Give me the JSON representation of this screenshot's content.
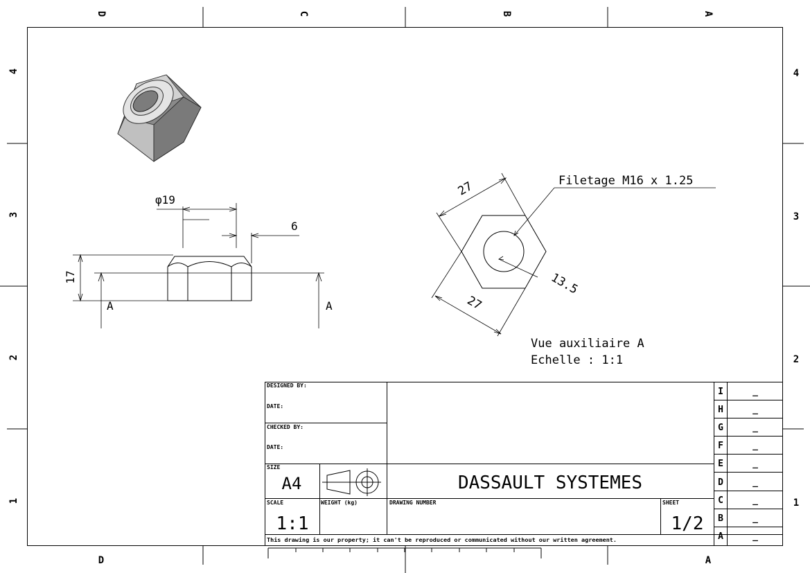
{
  "border": {
    "top_letters": [
      "D",
      "C",
      "B",
      "A"
    ],
    "bottom_letters": [
      "D",
      "A"
    ],
    "left_numbers": [
      "4",
      "3",
      "2",
      "1"
    ],
    "right_numbers": [
      "4",
      "3",
      "2",
      "1"
    ]
  },
  "drawing": {
    "dimensions": {
      "diameter": "φ19",
      "chamfer": "6",
      "height": "17",
      "section_left": "A",
      "section_right": "A",
      "flats_top": "27",
      "flats_bottom": "27",
      "radius": "13.5",
      "thread_callout": "Filetage M16 x 1.25"
    },
    "view_caption": {
      "line1": "Vue auxiliaire A",
      "line2": "Echelle :  1:1"
    }
  },
  "title_block": {
    "designed_by_label": "DESIGNED BY:",
    "date_label_1": "DATE:",
    "checked_by_label": "CHECKED BY:",
    "date_label_2": "DATE:",
    "size_label": "SIZE",
    "size_value": "A4",
    "company": "DASSAULT SYSTEMES",
    "scale_label": "SCALE",
    "scale_value": "1:1",
    "weight_label": "WEIGHT (kg)",
    "drawing_number_label": "DRAWING NUMBER",
    "sheet_label": "SHEET",
    "sheet_value": "1/2",
    "property_notice": "This drawing is our property; it can't be reproduced or communicated without our written agreement.",
    "revisions": [
      {
        "letter": "I",
        "value": "_"
      },
      {
        "letter": "H",
        "value": "_"
      },
      {
        "letter": "G",
        "value": "_"
      },
      {
        "letter": "F",
        "value": "_"
      },
      {
        "letter": "E",
        "value": "_"
      },
      {
        "letter": "D",
        "value": "_"
      },
      {
        "letter": "C",
        "value": "_"
      },
      {
        "letter": "B",
        "value": "_"
      },
      {
        "letter": "A",
        "value": "_"
      }
    ]
  }
}
